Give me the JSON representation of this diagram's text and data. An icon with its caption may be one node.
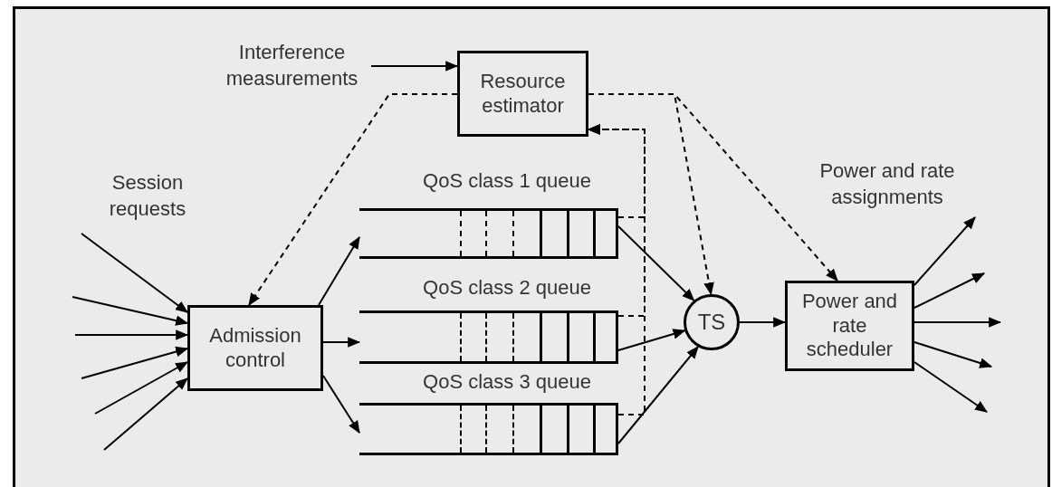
{
  "diagram": {
    "nodes": [
      {
        "text": [
          "Interference measurements"
        ]
      },
      {
        "text": [
          "Resource estimator"
        ]
      },
      {
        "text": [
          "Admission control"
        ]
      },
      {
        "text": [
          "QoS class 1 queue"
        ]
      },
      {
        "text": [
          "QoS class 2 queue"
        ]
      },
      {
        "text": [
          "QoS class 3 queue"
        ]
      },
      {
        "text": [
          "TS"
        ]
      },
      {
        "text": [
          "Power and rate scheduler"
        ]
      }
    ],
    "edges": [
      {
        "from": 0,
        "to": 1,
        "arrow": "to"
      },
      {
        "from": null,
        "to": 2,
        "arrow": "to"
      },
      {
        "from": null,
        "to": 2,
        "arrow": "to"
      },
      {
        "from": null,
        "to": 2,
        "arrow": "to"
      },
      {
        "from": null,
        "to": 2,
        "arrow": "to"
      },
      {
        "from": null,
        "to": 2,
        "arrow": "to"
      },
      {
        "from": null,
        "to": 2,
        "arrow": "to"
      },
      {
        "from": 1,
        "to": 2,
        "arrow": "to",
        "style": "dashed"
      },
      {
        "from": 1,
        "to": 6,
        "arrow": "to",
        "style": "dashed"
      },
      {
        "from": 1,
        "to": 7,
        "arrow": "to",
        "style": "dashed"
      },
      {
        "from": 3,
        "to": 1,
        "arrow": "to",
        "style": "dashed"
      },
      {
        "from": 4,
        "to": 1,
        "arrow": "to",
        "style": "dashed"
      },
      {
        "from": 5,
        "to": 1,
        "arrow": "to",
        "style": "dashed"
      },
      {
        "from": 2,
        "to": 3,
        "arrow": "to"
      },
      {
        "from": 2,
        "to": 4,
        "arrow": "to"
      },
      {
        "from": 2,
        "to": 5,
        "arrow": "to"
      },
      {
        "from": 3,
        "to": 6,
        "arrow": "to"
      },
      {
        "from": 4,
        "to": 6,
        "arrow": "to"
      },
      {
        "from": 5,
        "to": 6,
        "arrow": "to"
      },
      {
        "from": 6,
        "to": 7,
        "arrow": "to"
      },
      {
        "from": 7,
        "to": null,
        "arrow": "to"
      },
      {
        "from": 7,
        "to": null,
        "arrow": "to"
      },
      {
        "from": 7,
        "to": null,
        "arrow": "to"
      },
      {
        "from": 7,
        "to": null,
        "arrow": "to"
      },
      {
        "from": 7,
        "to": null,
        "arrow": "to"
      }
    ],
    "labels": [
      "Session requests",
      "Power and rate assignments"
    ]
  }
}
